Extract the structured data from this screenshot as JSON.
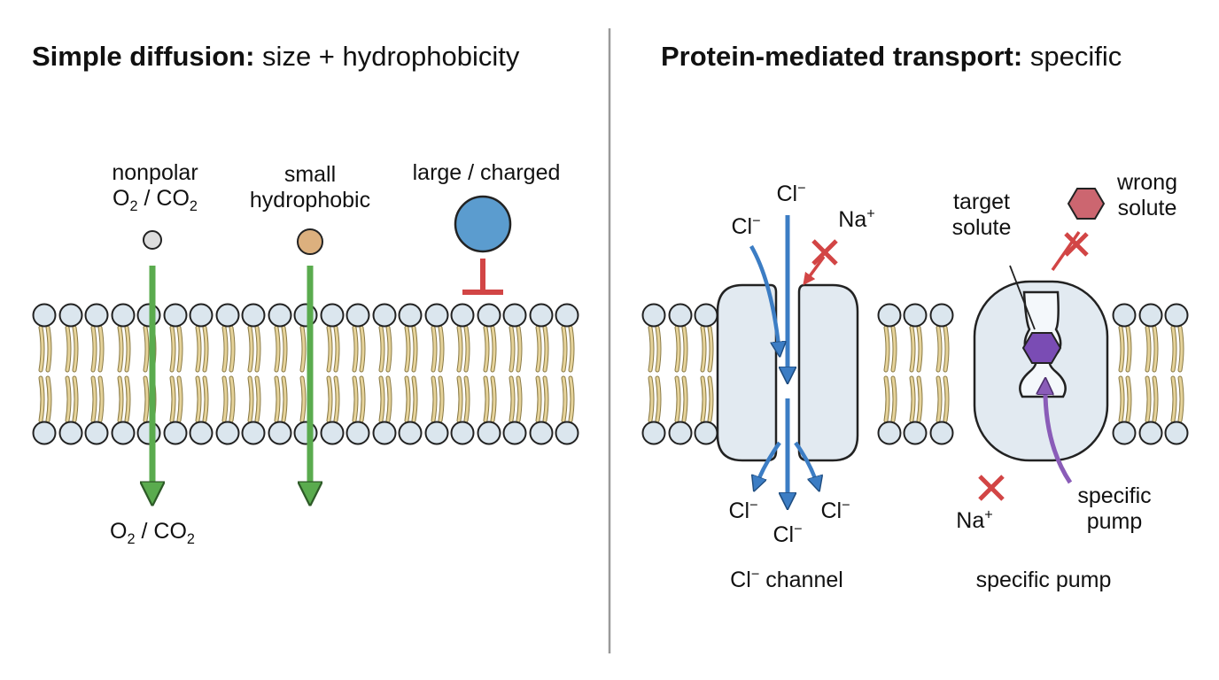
{
  "left_panel": {
    "title_bold": "Simple diffusion:",
    "title_rest": " size + hydrophobicity",
    "nonpolar": {
      "line1": "nonpolar",
      "gas_o": "O",
      "gas_sep": " / CO",
      "sub": "2"
    },
    "small_hydrophobic": {
      "line1": "small",
      "line2": "hydrophobic"
    },
    "large_charged": "large / charged",
    "bottom_gas": {
      "o": "O",
      "sep": " / CO",
      "sub": "2"
    }
  },
  "right_panel": {
    "title_bold": "Protein-mediated transport:",
    "title_rest": " specific",
    "cl_ion": "Cl",
    "minus": "−",
    "na_ion": "Na",
    "plus": "+",
    "target_solute": {
      "line1": "target",
      "line2": "solute"
    },
    "wrong_solute": {
      "line1": "wrong",
      "line2": "solute"
    },
    "specific_pump_arrow_label": {
      "line1": "specific",
      "line2": "pump"
    },
    "cl_channel_caption": " channel",
    "specific_pump_caption": "specific pump"
  },
  "colors": {
    "membrane_head": "#dbe6ee",
    "membrane_tail": "#e6d39a",
    "green_arrow": "#5aab4e",
    "blue_arrow": "#3c7dc4",
    "purple_arrow": "#8a5cb8",
    "red_mark": "#d24545",
    "protein_fill": "#e2eaf1",
    "large_particle": "#5b9ccf",
    "small_particle": "#dcb07e",
    "gas_particle": "#dddddd",
    "target_solute": "#7a4cb4",
    "wrong_solute": "#cc6670"
  }
}
